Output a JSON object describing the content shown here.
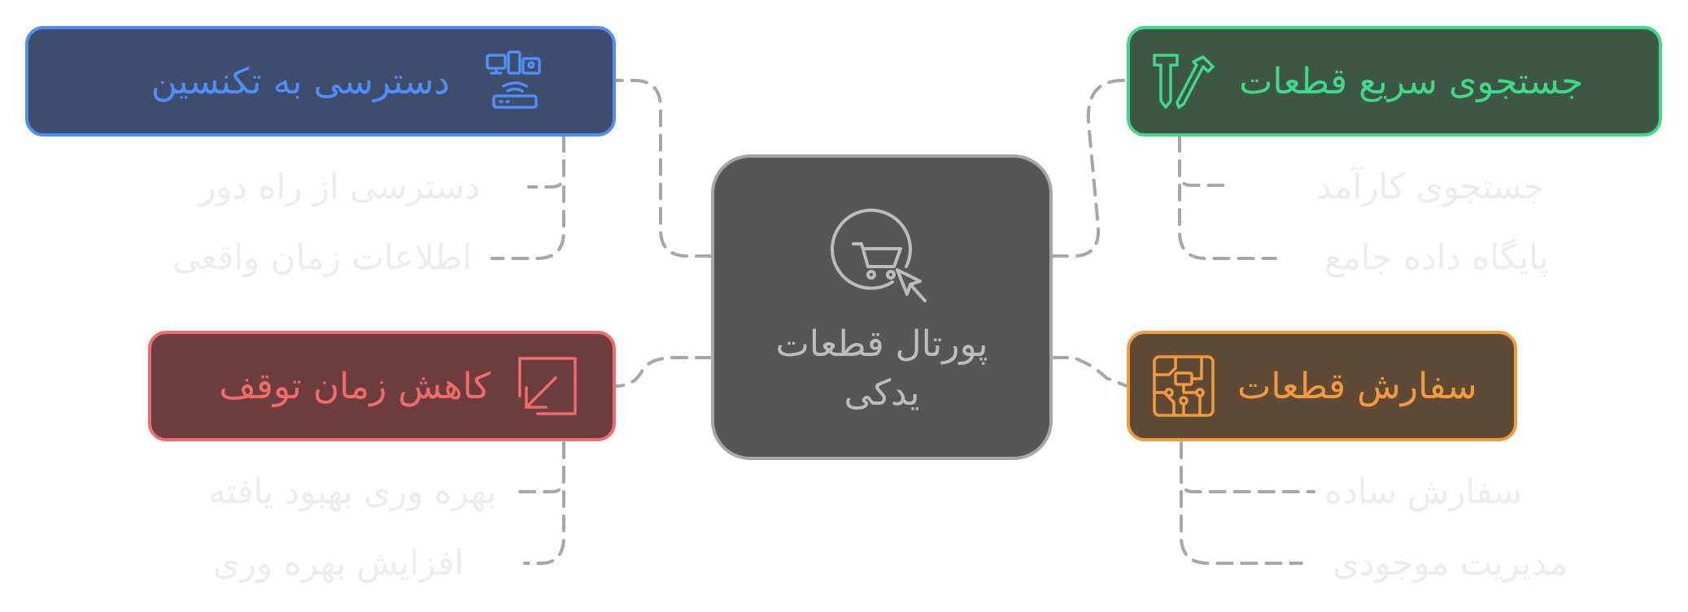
{
  "center": {
    "title": "پورتال قطعات یدکی",
    "icon": "shopping-cart-click-icon"
  },
  "branches": {
    "technician_access": {
      "title": "دسترسی به تکنسین",
      "icon": "devices-network-icon",
      "color": "#4f8ef7",
      "fill": "#3d4d6b",
      "items": [
        "دسترسی از راه دور",
        "اطلاعات زمان واقعی"
      ]
    },
    "quick_search": {
      "title": "جستجوی سریع قطعات",
      "icon": "tools-icon",
      "color": "#3fd98a",
      "fill": "#3e5745",
      "items": [
        "جستجوی کارآمد",
        "پایگاه داده جامع"
      ]
    },
    "reduce_downtime": {
      "title": "کاهش زمان توقف",
      "icon": "arrow-down-left-icon",
      "color": "#f36a6a",
      "fill": "#6b3d3d",
      "items": [
        "بهره وری بهبود یافته",
        "افزایش بهره وری"
      ]
    },
    "order_parts": {
      "title": "سفارش قطعات",
      "icon": "circuit-board-icon",
      "color": "#f59a3b",
      "fill": "#5f4a35",
      "items": [
        "سفارش ساده",
        "مدیریت موجودی"
      ]
    }
  },
  "colors": {
    "center_fill": "#565656",
    "center_border": "#a6a6a6",
    "connector": "#a6a6a6",
    "sub_text": "#ececec"
  }
}
